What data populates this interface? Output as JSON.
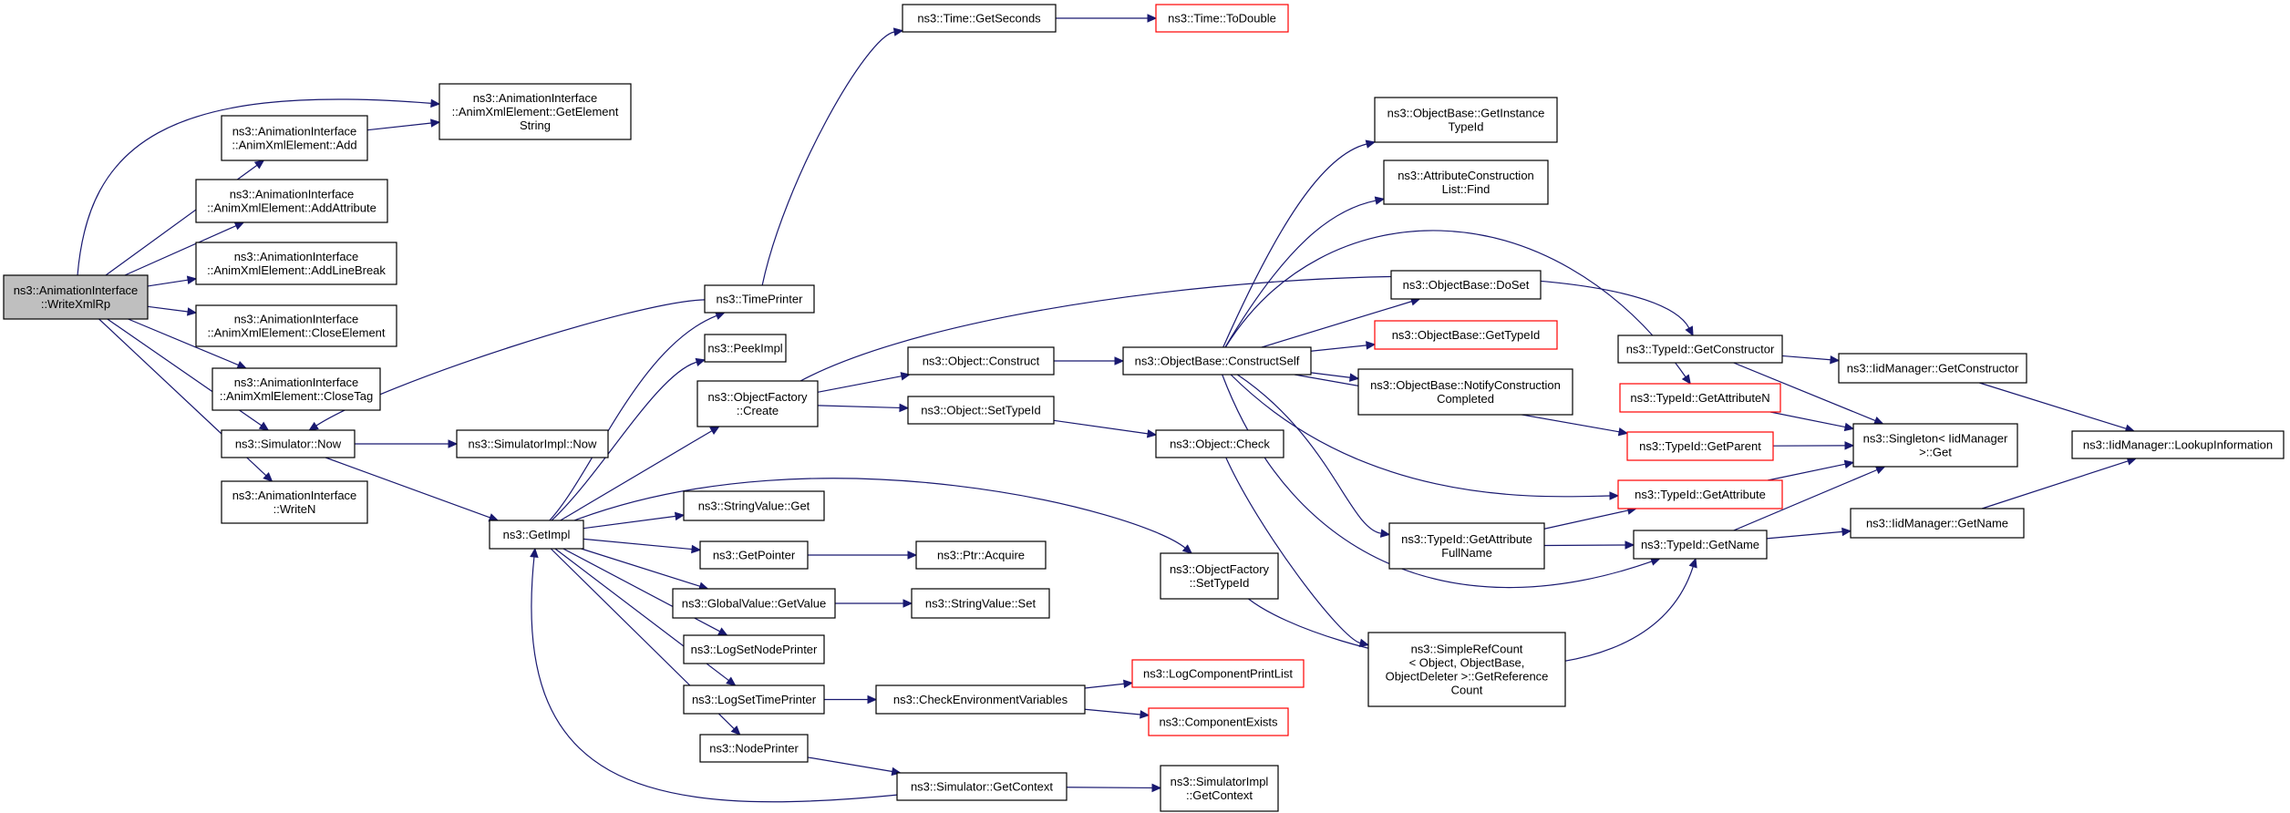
{
  "nodes": {
    "root": {
      "lines": [
        "ns3::AnimationInterface",
        "::WriteXmlRp"
      ],
      "root": true
    },
    "add": {
      "lines": [
        "ns3::AnimationInterface",
        "::AnimXmlElement::Add"
      ]
    },
    "getelem": {
      "lines": [
        "ns3::AnimationInterface",
        "::AnimXmlElement::GetElement",
        "String"
      ]
    },
    "addattr": {
      "lines": [
        "ns3::AnimationInterface",
        "::AnimXmlElement::AddAttribute"
      ]
    },
    "linebreak": {
      "lines": [
        "ns3::AnimationInterface",
        "::AnimXmlElement::AddLineBreak"
      ]
    },
    "closeel": {
      "lines": [
        "ns3::AnimationInterface",
        "::AnimXmlElement::CloseElement"
      ]
    },
    "closetag": {
      "lines": [
        "ns3::AnimationInterface",
        "::AnimXmlElement::CloseTag"
      ]
    },
    "simnow": {
      "lines": [
        "ns3::Simulator::Now"
      ]
    },
    "writen": {
      "lines": [
        "ns3::AnimationInterface",
        "::WriteN"
      ]
    },
    "simimplnow": {
      "lines": [
        "ns3::SimulatorImpl::Now"
      ]
    },
    "getimpl": {
      "lines": [
        "ns3::GetImpl"
      ]
    },
    "timeprinter": {
      "lines": [
        "ns3::TimePrinter"
      ]
    },
    "peekimpl": {
      "lines": [
        "ns3::PeekImpl"
      ]
    },
    "ofcreate": {
      "lines": [
        "ns3::ObjectFactory",
        "::Create"
      ]
    },
    "strget": {
      "lines": [
        "ns3::StringValue::Get"
      ]
    },
    "getpointer": {
      "lines": [
        "ns3::GetPointer"
      ]
    },
    "gvgetvalue": {
      "lines": [
        "ns3::GlobalValue::GetValue"
      ]
    },
    "lognodeprinter": {
      "lines": [
        "ns3::LogSetNodePrinter"
      ]
    },
    "logtimeprinter": {
      "lines": [
        "ns3::LogSetTimePrinter"
      ]
    },
    "nodeprinter": {
      "lines": [
        "ns3::NodePrinter"
      ]
    },
    "getseconds": {
      "lines": [
        "ns3::Time::GetSeconds"
      ]
    },
    "todouble": {
      "lines": [
        "ns3::Time::ToDouble"
      ],
      "red": true
    },
    "objconstruct": {
      "lines": [
        "ns3::Object::Construct"
      ]
    },
    "objsettypeid": {
      "lines": [
        "ns3::Object::SetTypeId"
      ]
    },
    "ptracquire": {
      "lines": [
        "ns3::Ptr::Acquire"
      ]
    },
    "strset": {
      "lines": [
        "ns3::StringValue::Set"
      ]
    },
    "checkenv": {
      "lines": [
        "ns3::CheckEnvironmentVariables"
      ]
    },
    "simgetctx": {
      "lines": [
        "ns3::Simulator::GetContext"
      ]
    },
    "ofsettypeid": {
      "lines": [
        "ns3::ObjectFactory",
        "::SetTypeId"
      ]
    },
    "objcheck": {
      "lines": [
        "ns3::Object::Check"
      ]
    },
    "logcompprint": {
      "lines": [
        "ns3::LogComponentPrintList"
      ],
      "red": true
    },
    "compexists": {
      "lines": [
        "ns3::ComponentExists"
      ],
      "red": true
    },
    "simimplctx": {
      "lines": [
        "ns3::SimulatorImpl",
        "::GetContext"
      ]
    },
    "constructself": {
      "lines": [
        "ns3::ObjectBase::ConstructSelf"
      ]
    },
    "getinsttid": {
      "lines": [
        "ns3::ObjectBase::GetInstance",
        "TypeId"
      ]
    },
    "attrfind": {
      "lines": [
        "ns3::AttributeConstruction",
        "List::Find"
      ]
    },
    "doset": {
      "lines": [
        "ns3::ObjectBase::DoSet"
      ]
    },
    "obgettypeid": {
      "lines": [
        "ns3::ObjectBase::GetTypeId"
      ],
      "red": true
    },
    "notifyconstr": {
      "lines": [
        "ns3::ObjectBase::NotifyConstruction",
        "Completed"
      ]
    },
    "attrfullname": {
      "lines": [
        "ns3::TypeId::GetAttribute",
        "FullName"
      ]
    },
    "simplerefcount": {
      "lines": [
        "ns3::SimpleRefCount",
        "< Object, ObjectBase,",
        "ObjectDeleter >::GetReference",
        "Count"
      ]
    },
    "tidgetctor": {
      "lines": [
        "ns3::TypeId::GetConstructor"
      ]
    },
    "tidgetattrn": {
      "lines": [
        "ns3::TypeId::GetAttributeN"
      ],
      "red": true
    },
    "tidgetparent": {
      "lines": [
        "ns3::TypeId::GetParent"
      ],
      "red": true
    },
    "tidgetattr": {
      "lines": [
        "ns3::TypeId::GetAttribute"
      ],
      "red": true
    },
    "tidgetname": {
      "lines": [
        "ns3::TypeId::GetName"
      ]
    },
    "iidgetctor": {
      "lines": [
        "ns3::IidManager::GetConstructor"
      ]
    },
    "singleton": {
      "lines": [
        "ns3::Singleton< IidManager",
        ">::Get"
      ]
    },
    "iidgetname": {
      "lines": [
        "ns3::IidManager::GetName"
      ]
    },
    "iidlookup": {
      "lines": [
        "ns3::IidManager::LookupInformation"
      ]
    }
  }
}
